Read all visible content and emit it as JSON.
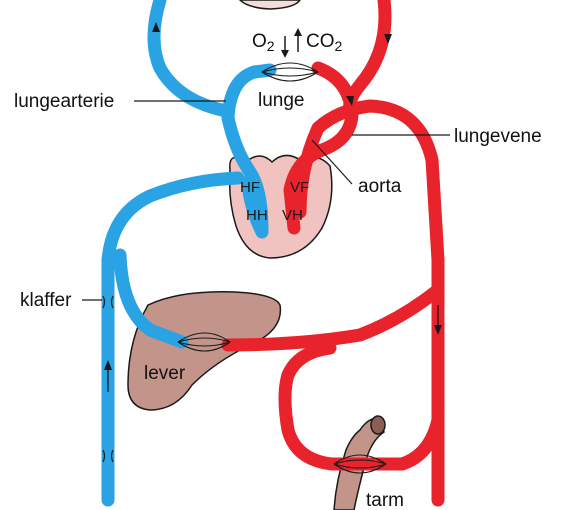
{
  "diagram": {
    "labels": {
      "o2": "O",
      "o2_sub": "2",
      "co2": "CO",
      "co2_sub": "2",
      "lunge": "lunge",
      "lungearterie": "lungearterie",
      "lungevene": "lungevene",
      "aorta": "aorta",
      "klaffer": "klaffer",
      "lever": "lever",
      "tarm": "tarm",
      "hf": "HF",
      "vf": "VF",
      "hh": "HH",
      "vh": "VH"
    },
    "colors": {
      "deoxygenated_blood": "#29a3e3",
      "oxygenated_blood": "#e8232b",
      "organ": "#c3948a",
      "heart_pink": "#f0c3c1",
      "outline": "#1a1a1a"
    }
  }
}
